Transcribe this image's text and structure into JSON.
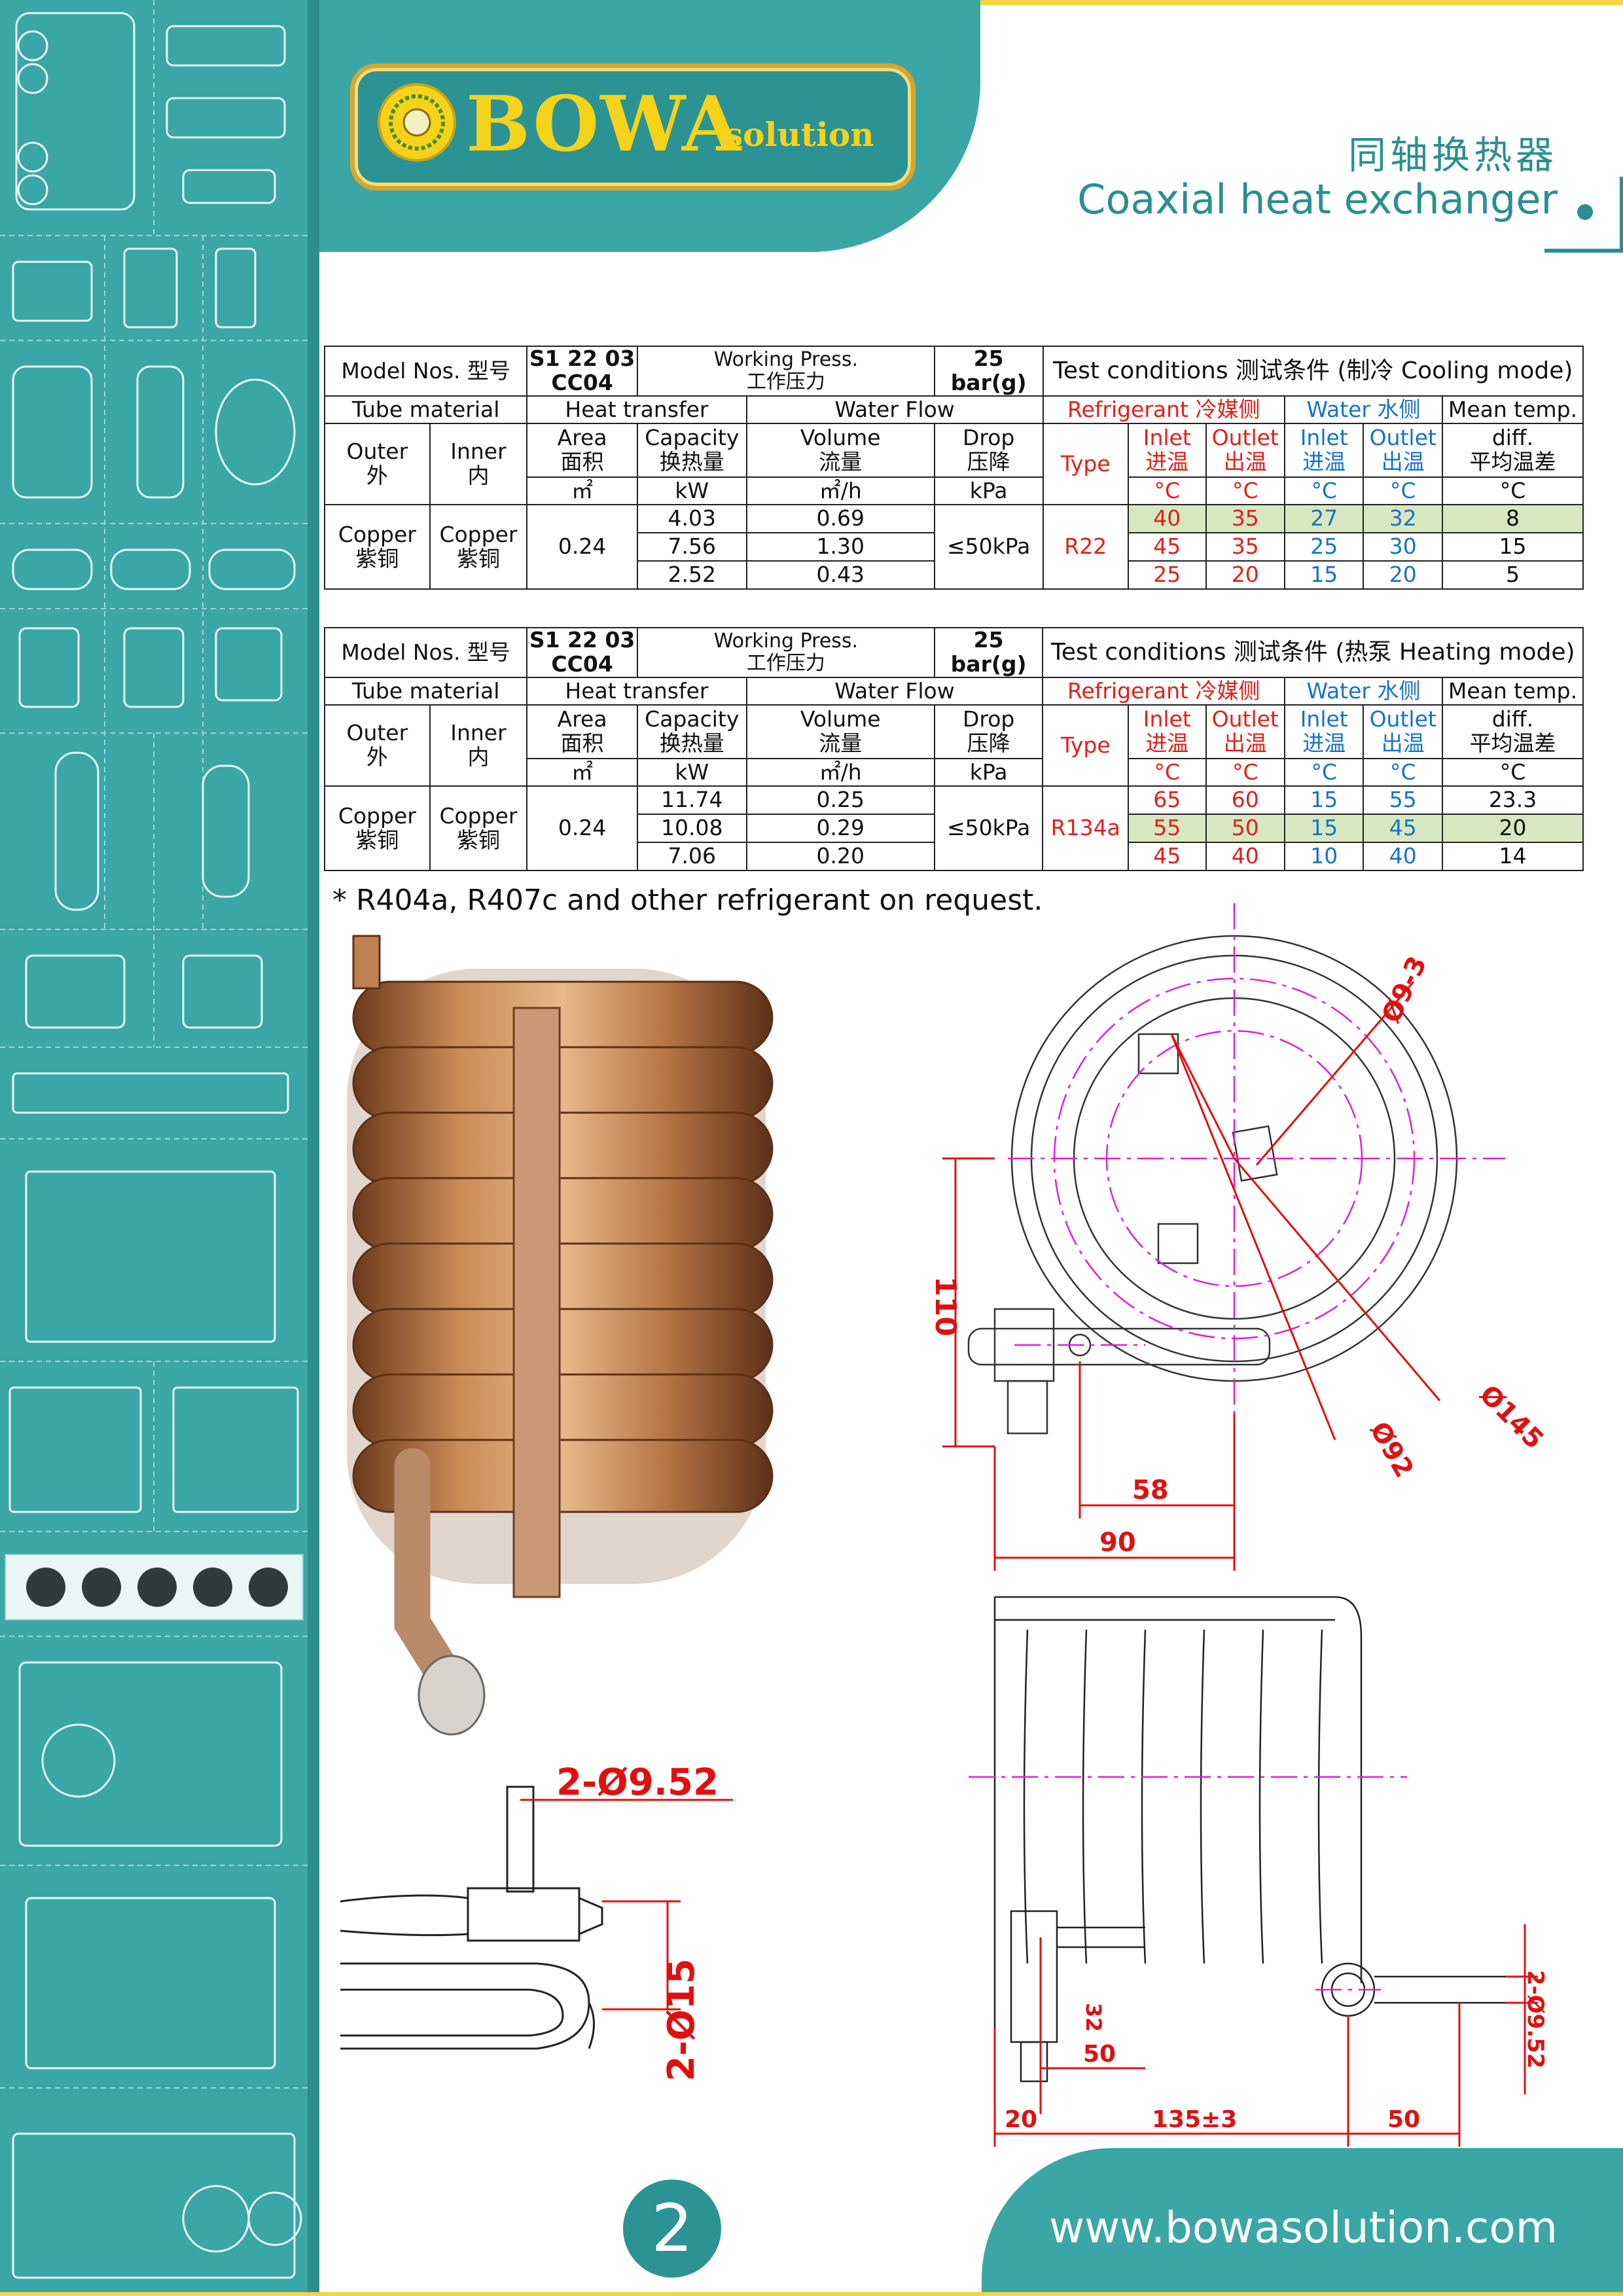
{
  "brand": {
    "name": "BOWA",
    "suffix": "solution"
  },
  "title": {
    "cn": "同轴换热器",
    "en": "Coaxial heat exchanger"
  },
  "tables": [
    {
      "model_label": "Model Nos. 型号",
      "model": "S1 22 03 CC04",
      "press_label_en": "Working Press.",
      "press_label_cn": "工作压力",
      "press_value": "25 bar(g)",
      "conditions": "Test conditions 测试条件 (制冷 Cooling mode)",
      "tube_material": "Tube material",
      "heat_transfer": "Heat transfer",
      "water_flow": "Water Flow",
      "refrigerant_side": "Refrigerant 冷媒侧",
      "water_side": "Water 水侧",
      "mean_temp": "Mean temp.",
      "outer": [
        "Outer",
        "外"
      ],
      "inner": [
        "Inner",
        "内"
      ],
      "area": [
        "Area",
        "面积"
      ],
      "capacity": [
        "Capacity",
        "换热量"
      ],
      "volume": [
        "Volume",
        "流量"
      ],
      "drop": [
        "Drop",
        "压降"
      ],
      "type": "Type",
      "inlet": [
        "Inlet",
        "进温"
      ],
      "outlet": [
        "Outlet",
        "出温"
      ],
      "diff": [
        "diff.",
        "平均温差"
      ],
      "units": {
        "area": "㎡",
        "capacity": "kW",
        "volume": "㎡/h",
        "drop": "kPa",
        "temp": "°C"
      },
      "material": [
        "Copper",
        "紫铜"
      ],
      "area_value": "0.24",
      "drop_value": "≤50kPa",
      "refrigerant": "R22",
      "rows": [
        {
          "capacity": "4.03",
          "volume": "0.69",
          "r_in": "40",
          "r_out": "35",
          "w_in": "27",
          "w_out": "32",
          "diff": "8",
          "highlight": true
        },
        {
          "capacity": "7.56",
          "volume": "1.30",
          "r_in": "45",
          "r_out": "35",
          "w_in": "25",
          "w_out": "30",
          "diff": "15",
          "highlight": false
        },
        {
          "capacity": "2.52",
          "volume": "0.43",
          "r_in": "25",
          "r_out": "20",
          "w_in": "15",
          "w_out": "20",
          "diff": "5",
          "highlight": false
        }
      ]
    },
    {
      "model_label": "Model Nos. 型号",
      "model": "S1 22 03 CC04",
      "press_label_en": "Working Press.",
      "press_label_cn": "工作压力",
      "press_value": "25 bar(g)",
      "conditions": "Test conditions 测试条件 (热泵 Heating mode)",
      "tube_material": "Tube material",
      "heat_transfer": "Heat transfer",
      "water_flow": "Water Flow",
      "refrigerant_side": "Refrigerant 冷媒侧",
      "water_side": "Water 水侧",
      "mean_temp": "Mean temp.",
      "outer": [
        "Outer",
        "外"
      ],
      "inner": [
        "Inner",
        "内"
      ],
      "area": [
        "Area",
        "面积"
      ],
      "capacity": [
        "Capacity",
        "换热量"
      ],
      "volume": [
        "Volume",
        "流量"
      ],
      "drop": [
        "Drop",
        "压降"
      ],
      "type": "Type",
      "inlet": [
        "Inlet",
        "进温"
      ],
      "outlet": [
        "Outlet",
        "出温"
      ],
      "diff": [
        "diff.",
        "平均温差"
      ],
      "units": {
        "area": "㎡",
        "capacity": "kW",
        "volume": "㎡/h",
        "drop": "kPa",
        "temp": "°C"
      },
      "material": [
        "Copper",
        "紫铜"
      ],
      "area_value": "0.24",
      "drop_value": "≤50kPa",
      "refrigerant": "R134a",
      "rows": [
        {
          "capacity": "11.74",
          "volume": "0.25",
          "r_in": "65",
          "r_out": "60",
          "w_in": "15",
          "w_out": "55",
          "diff": "23.3",
          "highlight": false
        },
        {
          "capacity": "10.08",
          "volume": "0.29",
          "r_in": "55",
          "r_out": "50",
          "w_in": "15",
          "w_out": "45",
          "diff": "20",
          "highlight": true
        },
        {
          "capacity": "7.06",
          "volume": "0.20",
          "r_in": "45",
          "r_out": "40",
          "w_in": "10",
          "w_out": "40",
          "diff": "14",
          "highlight": false
        }
      ]
    }
  ],
  "note": "* R404a, R407c and other refrigerant on request.",
  "dims": {
    "top": {
      "d_small": "Ø9-3",
      "d_inner": "Ø92",
      "d_outer": "Ø145",
      "h": "110",
      "w1": "58",
      "w2": "90"
    },
    "side": {
      "pipe": "2-Ø9.52",
      "tube": "2-Ø15"
    },
    "front": {
      "pipe": "2-Ø9.52",
      "d32": "32",
      "d50a": "50",
      "d20": "20",
      "d135": "135±3",
      "d50b": "50"
    }
  },
  "footer": {
    "url": "www.bowasolution.com",
    "page": "2"
  }
}
